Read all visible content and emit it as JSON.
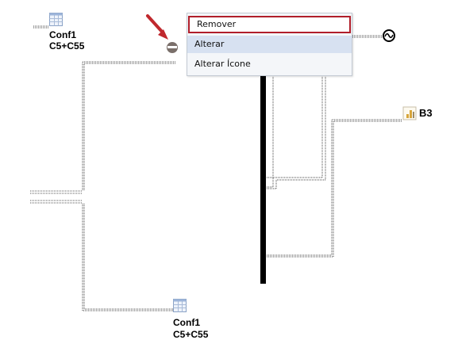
{
  "nodes": {
    "conf_top": {
      "name": "Conf1",
      "detail": "C5+C55"
    },
    "conf_bottom": {
      "name": "Conf1",
      "detail": "C5+C55"
    },
    "b3": {
      "name": "B3"
    }
  },
  "context_menu": {
    "items": [
      {
        "label": "Remover"
      },
      {
        "label": "Alterar"
      },
      {
        "label": "Alterar Ícone"
      }
    ]
  },
  "icons": {
    "table": "table-icon",
    "generator": "ac-generator-icon",
    "load": "load-icon",
    "arrow": "red-arrow-icon",
    "remove_handle": "remove-handle-icon"
  },
  "colors": {
    "highlight_border": "#b01e2a",
    "arrow": "#c0282d",
    "menu_hover": "#d7e1f1",
    "bus": "#000000"
  }
}
